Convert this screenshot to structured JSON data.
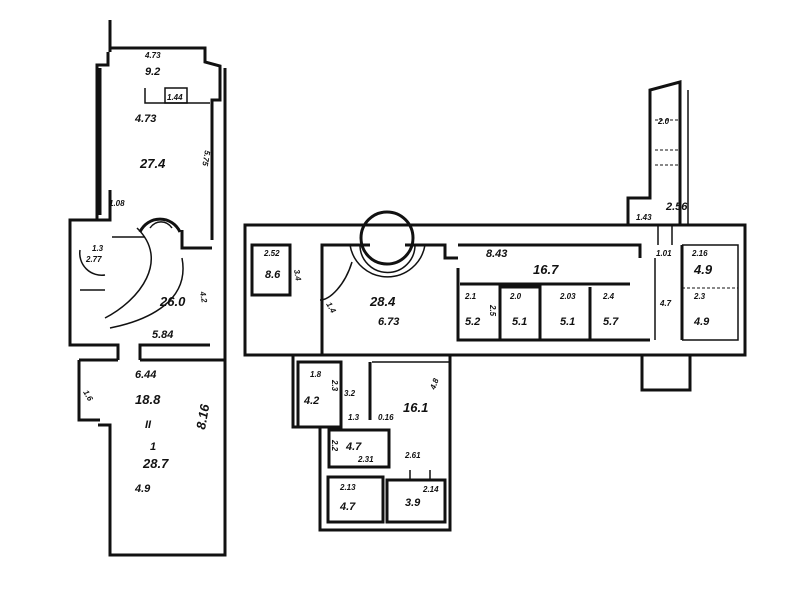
{
  "plan": {
    "left": {
      "bay_width": "4.73",
      "bay_area": "9.2",
      "bay_small": "1.44",
      "hall_width": "4.73",
      "hall_area": "27.4",
      "hall_length": "5.75",
      "niche": "1.08",
      "closet_dim": "1.3",
      "closet_area": "2.77",
      "stair_area": "26.0",
      "stair_dim": "4.2",
      "stair_width": "5.84",
      "room_width": "6.44",
      "room_area": "18.8",
      "room_marker": "II",
      "room_index": "1",
      "room_total": "28.7",
      "room_depth": "4.9",
      "room_length": "8.16",
      "side_dim": "1.6"
    },
    "right": {
      "r1_dim": "2.52",
      "r1_area": "8.6",
      "r1_side": "3.4",
      "r2_area": "28.4",
      "r2_dim": "6.73",
      "door_dim": "1.4",
      "corridor_dim": "8.43",
      "corridor_area": "16.7",
      "c1_dim": "2.1",
      "c1_area": "5.2",
      "c1_side": "2.5",
      "c2_dim": "2.0",
      "c2_area": "5.1",
      "c3_dim": "2.03",
      "c3_area": "5.1",
      "c4_dim": "2.4",
      "c4_area": "5.7",
      "tower_dim": "2.56",
      "tower_area": "2.0",
      "tower_small": "1.43",
      "passage_dim": "1.01",
      "e1_dim": "2.16",
      "e1_area": "4.9",
      "e2_dim": "2.3",
      "e2_area": "4.9",
      "e_side": "4.7",
      "l1_dim": "1.8",
      "l1_area": "4.2",
      "l1_side": "2.3",
      "l2_dim": "3.2",
      "l2_small": "1.3",
      "l3_area": "16.1",
      "l3_dim": "0.16",
      "l3_side": "4.8",
      "l3_width": "2.61",
      "l4_area": "4.7",
      "l4_dim": "2.31",
      "l4_side": "2.2",
      "l5_dim": "2.13",
      "l5_area": "4.7",
      "l6_dim": "2.14",
      "l6_area": "3.9"
    }
  }
}
